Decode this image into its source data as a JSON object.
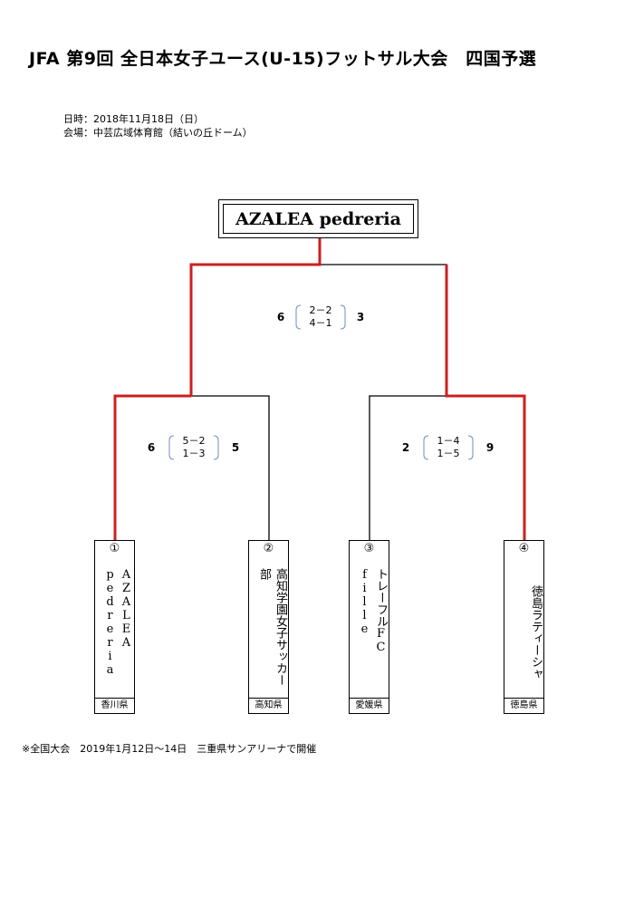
{
  "title": "JFA 第9回 全日本女子ユース(U-15)フットサル大会　四国予選",
  "meta": {
    "date": "日時：2018年11月18日（日）",
    "venue": "会場：中芸広域体育館（結いの丘ドーム）"
  },
  "champion": "AZALEA pedreria",
  "matches": {
    "final": {
      "left_score": "6",
      "right_score": "3",
      "half1": "2－2",
      "half2": "4－1"
    },
    "semi_left": {
      "left_score": "6",
      "right_score": "5",
      "half1": "5－2",
      "half2": "1－3"
    },
    "semi_right": {
      "left_score": "2",
      "right_score": "9",
      "half1": "1－4",
      "half2": "1－5"
    }
  },
  "teams": [
    {
      "num": "①",
      "name": "AZALEA pedreria",
      "prefecture": "香川県"
    },
    {
      "num": "②",
      "name": "高知学園女子サッカー部",
      "prefecture": "高知県"
    },
    {
      "num": "③",
      "name": "トレーフルFC fille",
      "prefecture": "愛媛県"
    },
    {
      "num": "④",
      "name": "徳島ラティーシャ",
      "prefecture": "徳島県"
    }
  ],
  "colors": {
    "winner_line": "#cc1f1f",
    "line": "#000000"
  },
  "footnote": "※全国大会　2019年1月12日～14日　三重県サンアリーナで開催"
}
